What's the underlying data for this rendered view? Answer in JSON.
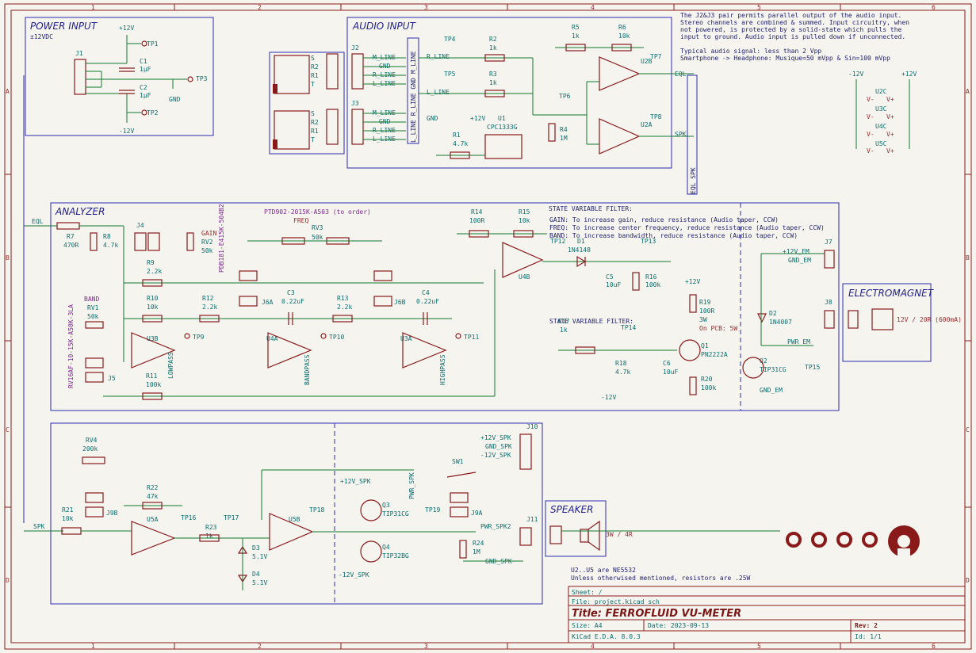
{
  "title_block": {
    "sheet": "Sheet: /",
    "file": "File: project.kicad_sch",
    "title": "Title: FERROFLUID VU-METER",
    "size": "Size: A4",
    "date": "Date: 2023-09-13",
    "rev": "Rev: 2",
    "tool": "KiCad E.D.A. 8.0.3",
    "id": "Id: 1/1"
  },
  "frame": {
    "columns": [
      "1",
      "2",
      "3",
      "4",
      "5",
      "6"
    ],
    "rows": [
      "A",
      "B",
      "C",
      "D"
    ]
  },
  "notes": {
    "top_right": [
      "The J2&J3 pair permits parallel output of the audio input.",
      "Stereo channels are combined & summed. Input circuitry, when",
      "not powered, is protected by a solid-state which pulls the",
      "input to ground. Audio input is pulled down if unconnected.",
      "",
      "Typical audio signal: less than 2 Vpp",
      "Smartphone -> Headphone: Musique=50 mVpp & Sin=100 mVpp"
    ],
    "filter": [
      "STATE VARIABLE FILTER:",
      "GAIN: To increase gain, reduce resistance (Audio taper, CCW)",
      "FREQ: To increase center frequency, reduce resistance (Audio taper, CCW)",
      "BAND: To increase bandwidth, reduce resistance (Audio taper, CCW)"
    ],
    "bottom": [
      "U2..U5 are NE5532",
      "Unless otherwised mentioned, resistors are .25W"
    ],
    "pot_order": "PTD902-2015K-A503 (to order)",
    "pot_left": "PDB181-E415K-504B2",
    "pot_band": "RV16AF-10-15K-A50K-3LA"
  },
  "sections": {
    "power": {
      "title": "POWER INPUT",
      "sub": "±12VDC"
    },
    "audio_input": {
      "title": "AUDIO INPUT"
    },
    "analyzer": {
      "title": "ANALYZER"
    },
    "audio_output": {
      "title": "AUDIO OUTPUT"
    },
    "electromagnet": {
      "title": "ELECTROMAGNET"
    },
    "speaker": {
      "title": "SPEAKER"
    }
  },
  "power": {
    "p12": "+12V",
    "m12": "-12V",
    "tp1": "TP1",
    "tp2": "TP2",
    "tp3": "TP3",
    "j1": "J1",
    "c1": "C1",
    "c1v": "1µF",
    "c2": "C2",
    "c2v": "1µF",
    "gnd": "GND"
  },
  "audio_in": {
    "j2": "J2",
    "j3": "J3",
    "pins": [
      "M_LINE",
      "GND",
      "R_LINE",
      "L_LINE"
    ],
    "jack_pins": [
      "S",
      "R2",
      "R1",
      "T"
    ],
    "bus": "L_LINE R_LINE GND M_LINE",
    "tp4": "TP4",
    "tp5": "TP5",
    "tp6": "TP6",
    "tp7": "TP7",
    "tp8": "TP8",
    "r2": "R2",
    "r2v": "1k",
    "r3": "R3",
    "r3v": "1k",
    "r5": "R5",
    "r5v": "1k",
    "r6": "R6",
    "r6v": "10k",
    "r1": "R1",
    "r1v": "4.7k",
    "r4": "R4",
    "r4v": "1M",
    "u1": "U1",
    "u1v": "CPC1333G",
    "u2b": "U2B",
    "u2a": "U2A",
    "rline": "R_LINE",
    "lline": "L_LINE",
    "gnd": "GND",
    "eql": "EQL",
    "spk": "SPK",
    "bus2": "EQL SPK",
    "p12": "+12V"
  },
  "power_units": {
    "m12": "-12V",
    "p12": "+12V",
    "units": [
      "U2C",
      "U3C",
      "U4C",
      "U5C"
    ],
    "vm": "V-",
    "vp": "V+"
  },
  "analyzer": {
    "eql": "EQL",
    "r7": "R7",
    "r7v": "470R",
    "r8": "R8",
    "r8v": "4.7k",
    "j4": "J4",
    "rv2": "RV2",
    "rv2v": "50k",
    "gain": "GAIN",
    "freq": "FREQ",
    "rv3": "RV3",
    "rv3v": "50k",
    "r9": "R9",
    "r9v": "2.2k",
    "r10": "R10",
    "r10v": "10k",
    "r12": "R12",
    "r12v": "2.2k",
    "r13": "R13",
    "r13v": "2.2k",
    "c3": "C3",
    "c3v": "0.22uF",
    "c4": "C4",
    "c4v": "0.22uF",
    "j6a": "J6A",
    "j6b": "J6B",
    "u3b": "U3B",
    "u4a": "U4A",
    "u3a": "U3A",
    "tp9": "TP9",
    "tp10": "TP10",
    "tp11": "TP11",
    "lowpass": "LOWPASS",
    "bandpass": "BANDPASS",
    "highpass": "HIGHPASS",
    "band": "BAND",
    "rv1": "RV1",
    "rv1v": "50k",
    "j5": "J5",
    "r11": "R11",
    "r11v": "100k",
    "r14": "R14",
    "r14v": "100R",
    "r15": "R15",
    "r15v": "10k",
    "u4b": "U4B",
    "tp12": "TP12",
    "tp13": "TP13",
    "tp14": "TP14",
    "tp15": "TP15",
    "d1": "D1",
    "d1v": "1N4148",
    "c5": "C5",
    "c5v": "10uF",
    "r16": "R16",
    "r16v": "100k",
    "r17": "R17",
    "r17v": "1k",
    "r18": "R18",
    "r18v": "4.7k",
    "c6": "C6",
    "c6v": "10uF",
    "q1": "Q1",
    "q1v": "PN2222A",
    "r19": "R19",
    "r19v": "100R",
    "r19w": "3W",
    "r19n": "On PCB: 5W",
    "r20": "R20",
    "r20v": "100k",
    "q2": "Q2",
    "q2v": "TIP31CG",
    "m12": "-12V",
    "p12": "+12V",
    "d2": "D2",
    "d2v": "1N4007",
    "j7": "J7",
    "j8": "J8",
    "p12em": "+12V_EM",
    "gndem": "GND_EM",
    "pwrem": "PWR_EM",
    "gndem2": "GND_EM",
    "em_rating": "12V / 20R (600mA)"
  },
  "audio_out": {
    "rv4": "RV4",
    "rv4v": "200k",
    "r21": "R21",
    "r21v": "10k",
    "j9b": "J9B",
    "r22": "R22",
    "r22v": "47k",
    "u5a": "U5A",
    "u5b": "U5B",
    "tp16": "TP16",
    "tp17": "TP17",
    "tp18": "TP18",
    "tp19": "TP19",
    "r23": "R23",
    "r23v": "1k",
    "d3": "D3",
    "d3v": "5.1V",
    "d4": "D4",
    "d4v": "5.1V",
    "q3": "Q3",
    "q3v": "TIP31CG",
    "q4": "Q4",
    "q4v": "TIP32BG",
    "p12spk": "+12V_SPK",
    "m12spk": "-12V_SPK",
    "pwrspk": "PWR_SPK",
    "sw1": "SW1",
    "j9a": "J9A",
    "r24": "R24",
    "r24v": "1M",
    "pwrspk2": "PWR_SPK2",
    "gndspk": "GND_SPK",
    "j10": "J10",
    "j11": "J11",
    "j10pins": [
      "+12V_SPK",
      "GND_SPK",
      "-12V_SPK",
      ""
    ],
    "spk": "SPK",
    "spk_rating": "3W / 4R"
  }
}
